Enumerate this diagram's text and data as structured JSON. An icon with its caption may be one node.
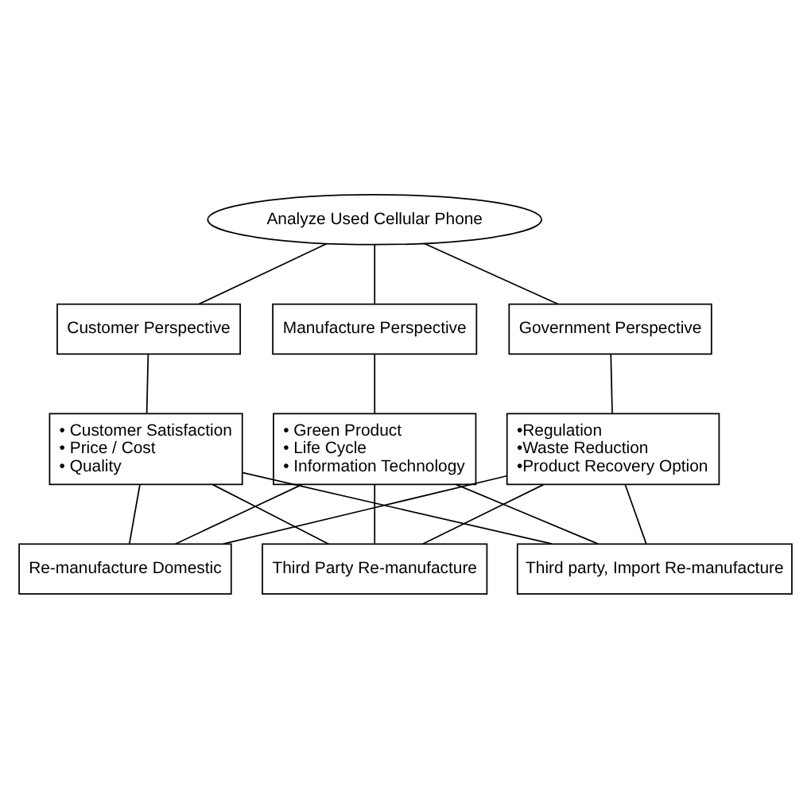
{
  "diagram": {
    "nodes": [
      {
        "text": [
          "Analyze Used Cellular Phone"
        ]
      },
      {
        "text": [
          "Customer Perspective"
        ]
      },
      {
        "text": [
          "Manufacture Perspective"
        ]
      },
      {
        "text": [
          "Government Perspective"
        ]
      },
      {
        "text": [
          "• Customer Satisfaction",
          "• Price / Cost",
          "• Quality"
        ]
      },
      {
        "text": [
          "• Green Product",
          "• Life Cycle",
          "• Information Technology"
        ]
      },
      {
        "text": [
          "•Regulation",
          "•Waste Reduction",
          "•Product Recovery Option"
        ]
      },
      {
        "text": [
          "Re-manufacture Domestic"
        ]
      },
      {
        "text": [
          "Third Party Re-manufacture"
        ]
      },
      {
        "text": [
          "Third party, Import Re-manufacture"
        ]
      }
    ],
    "edges": [
      {
        "from": 0,
        "to": 1,
        "arrow": "none"
      },
      {
        "from": 0,
        "to": 2,
        "arrow": "none"
      },
      {
        "from": 0,
        "to": 3,
        "arrow": "none"
      },
      {
        "from": 1,
        "to": 4,
        "arrow": "none"
      },
      {
        "from": 2,
        "to": 5,
        "arrow": "none"
      },
      {
        "from": 3,
        "to": 6,
        "arrow": "none"
      },
      {
        "from": 4,
        "to": 7,
        "arrow": "none"
      },
      {
        "from": 4,
        "to": 8,
        "arrow": "none"
      },
      {
        "from": 4,
        "to": 9,
        "arrow": "none"
      },
      {
        "from": 5,
        "to": 7,
        "arrow": "none"
      },
      {
        "from": 5,
        "to": 8,
        "arrow": "none"
      },
      {
        "from": 5,
        "to": 9,
        "arrow": "none"
      },
      {
        "from": 6,
        "to": 7,
        "arrow": "none"
      },
      {
        "from": 6,
        "to": 8,
        "arrow": "none"
      },
      {
        "from": 6,
        "to": 9,
        "arrow": "none"
      }
    ]
  }
}
